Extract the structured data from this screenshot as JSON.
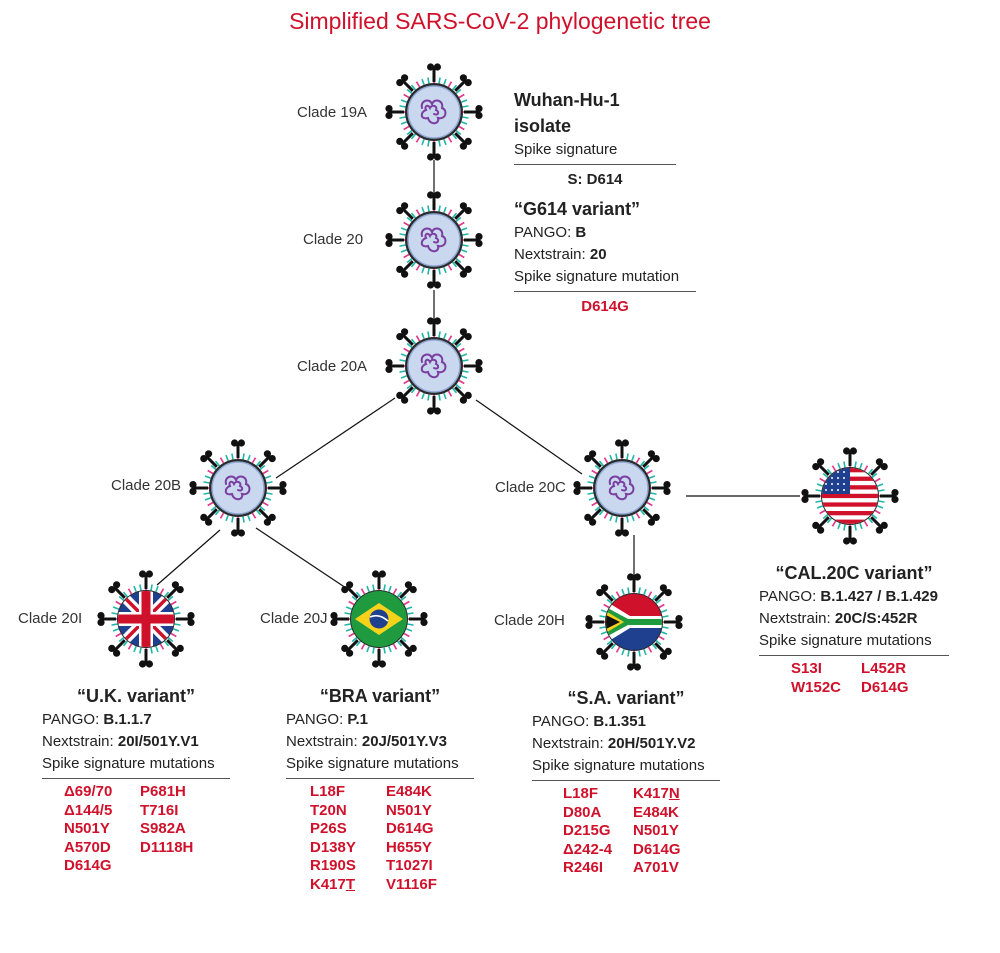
{
  "title": "Simplified SARS-CoV-2 phylogenetic tree",
  "clades": {
    "c19a": "Clade 19A",
    "c20": "Clade 20",
    "c20a": "Clade 20A",
    "c20b": "Clade 20B",
    "c20c": "Clade 20C",
    "c20i": "Clade 20I",
    "c20j": "Clade 20J",
    "c20h": "Clade 20H"
  },
  "wuhan": {
    "name": "Wuhan-Hu-1 isolate",
    "spike_label": "Spike signature",
    "signature": "S: D614"
  },
  "g614": {
    "name": "“G614 variant”",
    "pango_label": "PANGO: ",
    "pango": "B",
    "nextstrain_label": "Nextstrain: ",
    "nextstrain": "20",
    "spike_label": "Spike signature mutation",
    "mutation": "D614G"
  },
  "uk": {
    "name": "“U.K. variant”",
    "pango_label": "PANGO: ",
    "pango": "B.1.1.7",
    "nextstrain_label": "Nextstrain: ",
    "nextstrain": "20I/501Y.V1",
    "spike_label": "Spike signature mutations",
    "col1": [
      "Δ69/70",
      "Δ144/5",
      "N501Y",
      "A570D",
      "D614G"
    ],
    "col2": [
      "P681H",
      "T716I",
      "S982A",
      "D1118H"
    ]
  },
  "bra": {
    "name": "“BRA variant”",
    "pango_label": "PANGO: ",
    "pango": "P.1",
    "nextstrain_label": "Nextstrain: ",
    "nextstrain": "20J/501Y.V3",
    "spike_label": "Spike signature mutations",
    "col1": [
      "L18F",
      "T20N",
      "P26S",
      "D138Y",
      "R190S",
      "K417T"
    ],
    "col2": [
      "E484K",
      "N501Y",
      "D614G",
      "H655Y",
      "T1027I",
      "V1116F"
    ]
  },
  "sa": {
    "name": "“S.A. variant”",
    "pango_label": "PANGO: ",
    "pango": "B.1.351",
    "nextstrain_label": "Nextstrain: ",
    "nextstrain": "20H/501Y.V2",
    "spike_label": "Spike signature mutations",
    "col1": [
      "L18F",
      "D80A",
      "D215G",
      "Δ242-4",
      "R246I"
    ],
    "col2": [
      "K417N",
      "E484K",
      "N501Y",
      "D614G",
      "A701V"
    ]
  },
  "cal": {
    "name": "“CAL.20C variant”",
    "pango_label": "PANGO: ",
    "pango": "B.1.427 / B.1.429",
    "nextstrain_label": "Nextstrain: ",
    "nextstrain": "20C/S:452R",
    "spike_label": "Spike signature mutations",
    "col1": [
      "S13I",
      "W152C"
    ],
    "col2": [
      "L452R",
      "D614G"
    ]
  },
  "flags": {
    "uk": "uk-flag",
    "bra": "brazil-flag",
    "sa": "south-africa-flag",
    "us": "usa-flag"
  },
  "colors": {
    "accent_red": "#d0112b",
    "virus_core": "#c9d7ef",
    "rna": "#7b3fa0",
    "spike": "#111111",
    "spike_teal": "#1fb5a8",
    "spike_pink": "#e0368a"
  }
}
